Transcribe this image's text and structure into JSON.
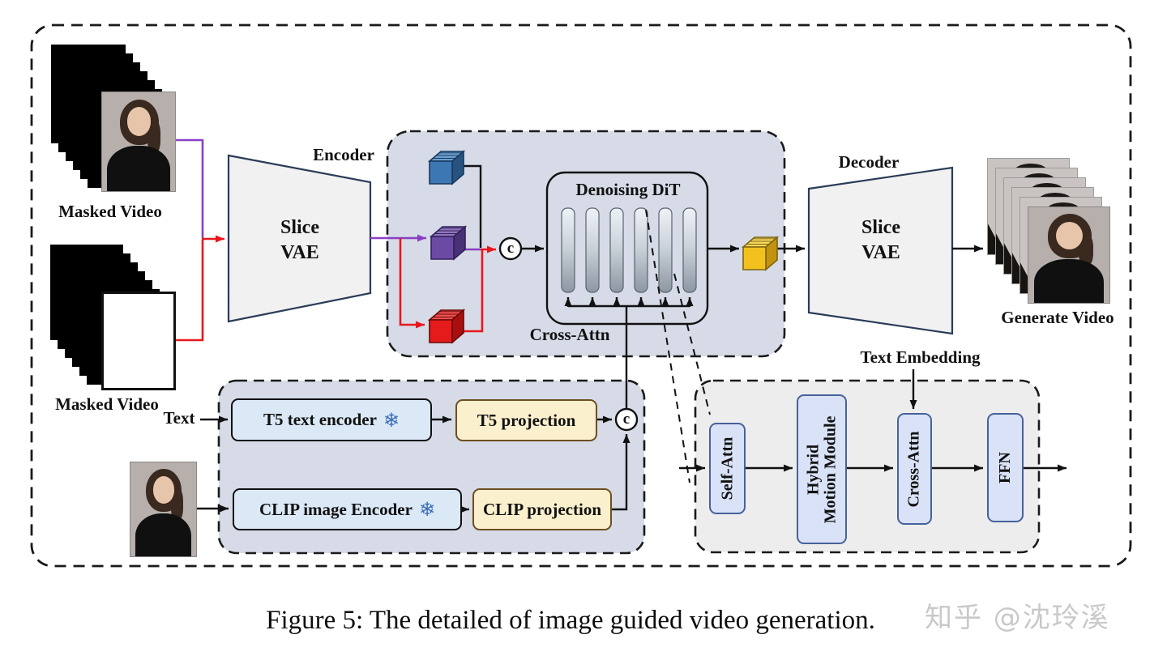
{
  "figure": {
    "caption": "Figure 5: The detailed of image guided video generation.",
    "watermark": "知乎 @沈玲溪"
  },
  "diagram": {
    "inputs": {
      "masked_video_top_label": "Masked Video",
      "masked_video_bottom_label": "Masked Video",
      "text_label": "Text"
    },
    "encoder": {
      "title": "Encoder",
      "name_line1": "Slice",
      "name_line2": "VAE"
    },
    "decoder": {
      "title": "Decoder",
      "name_line1": "Slice",
      "name_line2": "VAE"
    },
    "latent_block": {
      "dit_title": "Denoising DiT",
      "cross_attn_label": "Cross-Attn",
      "concat_symbol": "c",
      "bar_count": 6
    },
    "text_branch": {
      "t5_encoder": "T5 text encoder",
      "t5_projection": "T5 projection",
      "clip_encoder": "CLIP image Encoder",
      "clip_projection": "CLIP projection",
      "snowflake": "❄",
      "concat_symbol": "c"
    },
    "dit_detail": {
      "text_embedding_label": "Text Embedding",
      "blocks": [
        {
          "label": "Self-Attn"
        },
        {
          "label": "Hybrid Motion Module",
          "line1": "Hybrid",
          "line2": "Motion Module"
        },
        {
          "label": "Cross-Attn"
        },
        {
          "label": "FFN"
        }
      ]
    },
    "output": {
      "generate_video_label": "Generate Video"
    }
  },
  "colors": {
    "latent_box_bg": "#d6dbe7",
    "detail_box_bg": "#ededed",
    "encoder_module_bg": "#dbe8f6",
    "projection_module_bg": "#fbf0cd",
    "detail_block_bg": "#d9e2f6",
    "cube_blue": "#3c77b4",
    "cube_purple": "#6b4aa3",
    "cube_red": "#e51a1a",
    "cube_yellow": "#f2c11e",
    "arrow_red": "#e8171c",
    "arrow_purple": "#8a3fc6",
    "arrow_black": "#111111"
  }
}
